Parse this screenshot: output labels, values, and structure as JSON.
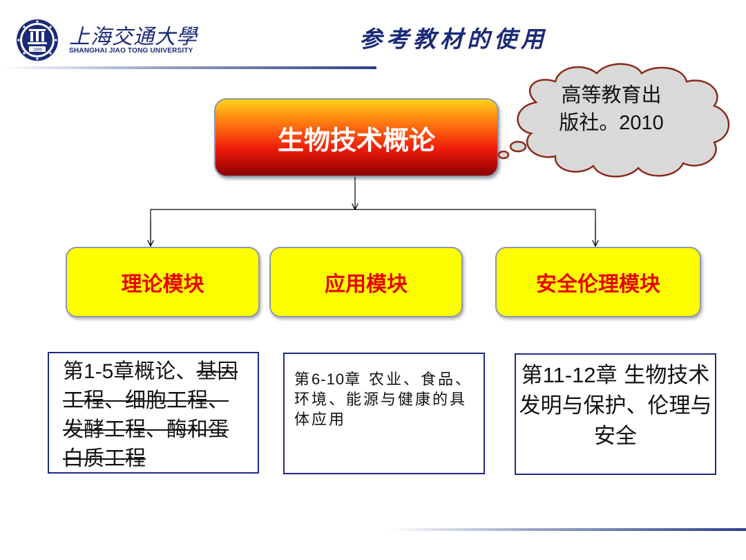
{
  "header": {
    "university_cn": "上海交通大學",
    "university_en": "SHANGHAI JIAO TONG UNIVERSITY",
    "emblem_year": "1896",
    "title": "参考教材的使用"
  },
  "diagram": {
    "root": {
      "label": "生物技术概论"
    },
    "callout": {
      "line1": "高等教育出",
      "line2": "版社。2010"
    },
    "modules": [
      {
        "label": "理论模块"
      },
      {
        "label": "应用模块"
      },
      {
        "label": "安全伦理模块"
      }
    ],
    "chapters": [
      {
        "prefix": "第",
        "range": "1-5",
        "mid": "章概论、",
        "struck": "基因工程、细胞工程、发酵工程、酶和蛋白质工程"
      },
      {
        "prefix": "第",
        "range": "6-10",
        "rest": "章 农业、食品、环境、能源与健康的具体应用"
      },
      {
        "prefix": "第",
        "range": "11-12",
        "rest": "章 生物技术发明与保护、伦理与安全"
      }
    ]
  },
  "colors": {
    "navy": "#1a2a78",
    "module_fill": "#ffff00",
    "module_text": "#e80000",
    "cloud_fill": "#d9d9d9",
    "cloud_border": "#8b2a1a"
  }
}
